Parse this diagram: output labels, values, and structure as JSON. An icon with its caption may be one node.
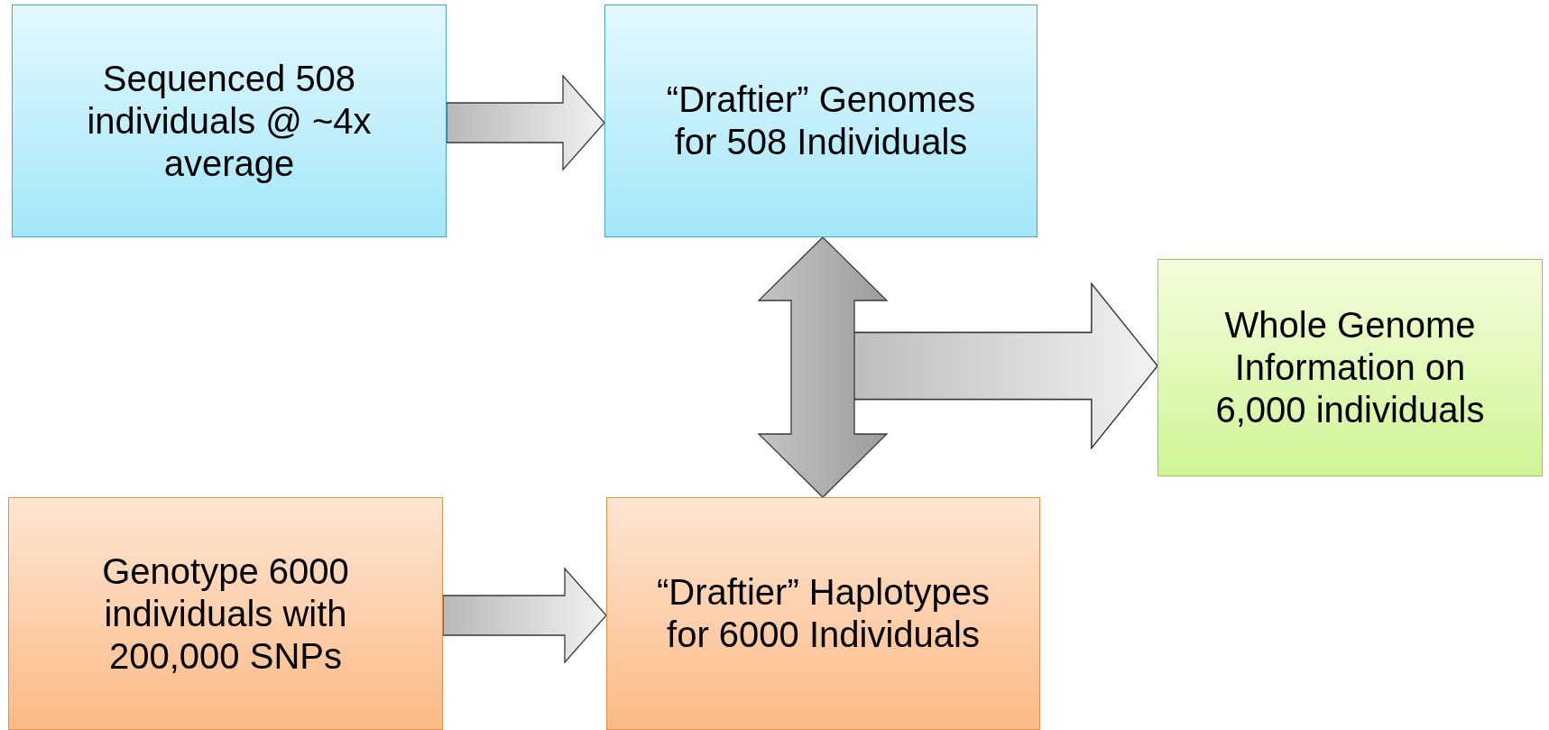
{
  "diagram": {
    "nodes": [
      {
        "text": [
          "Sequenced 508 individuals @ ~4x average"
        ]
      },
      {
        "text": [
          "“Draftier” Genomes for 508 Individuals"
        ]
      },
      {
        "text": [
          "Whole Genome Information on 6,000 individuals"
        ]
      },
      {
        "text": [
          "Genotype 6000 individuals with 200,000 SNPs"
        ]
      },
      {
        "text": [
          "“Draftier” Haplotypes for 6000 Individuals"
        ]
      }
    ],
    "edges": [
      {
        "from": 0,
        "to": 1,
        "arrow": "to"
      },
      {
        "from": 1,
        "to": 4,
        "arrow": "both"
      },
      {
        "from": 1,
        "to": 2,
        "arrow": "to"
      },
      {
        "from": 4,
        "to": 2,
        "arrow": "to"
      },
      {
        "from": 3,
        "to": 4,
        "arrow": "to"
      }
    ]
  }
}
